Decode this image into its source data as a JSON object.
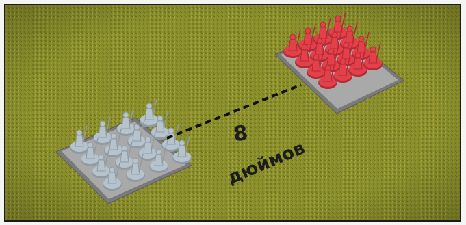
{
  "scene": {
    "measure_value": "8",
    "measure_unit": "дюймов"
  },
  "colors": {
    "grass": "#8a8f2c",
    "grass_dark": "#6f7422",
    "grass_light": "#a3a23a",
    "friendly_unit": "#b7c3cc",
    "friendly_unit_shade": "#8f9ba4",
    "enemy_unit": "#e2404a",
    "enemy_unit_shade": "#b52a33",
    "tray": "#7d7d7d",
    "tray_light": "#a7a7a7",
    "measure_line": "#111111"
  },
  "units": {
    "friendly": {
      "rows": 4,
      "cols": 4,
      "icon": "infantry-regiment-icon"
    },
    "enemy": {
      "rows": 4,
      "cols": 4,
      "icon": "infantry-regiment-icon"
    }
  }
}
